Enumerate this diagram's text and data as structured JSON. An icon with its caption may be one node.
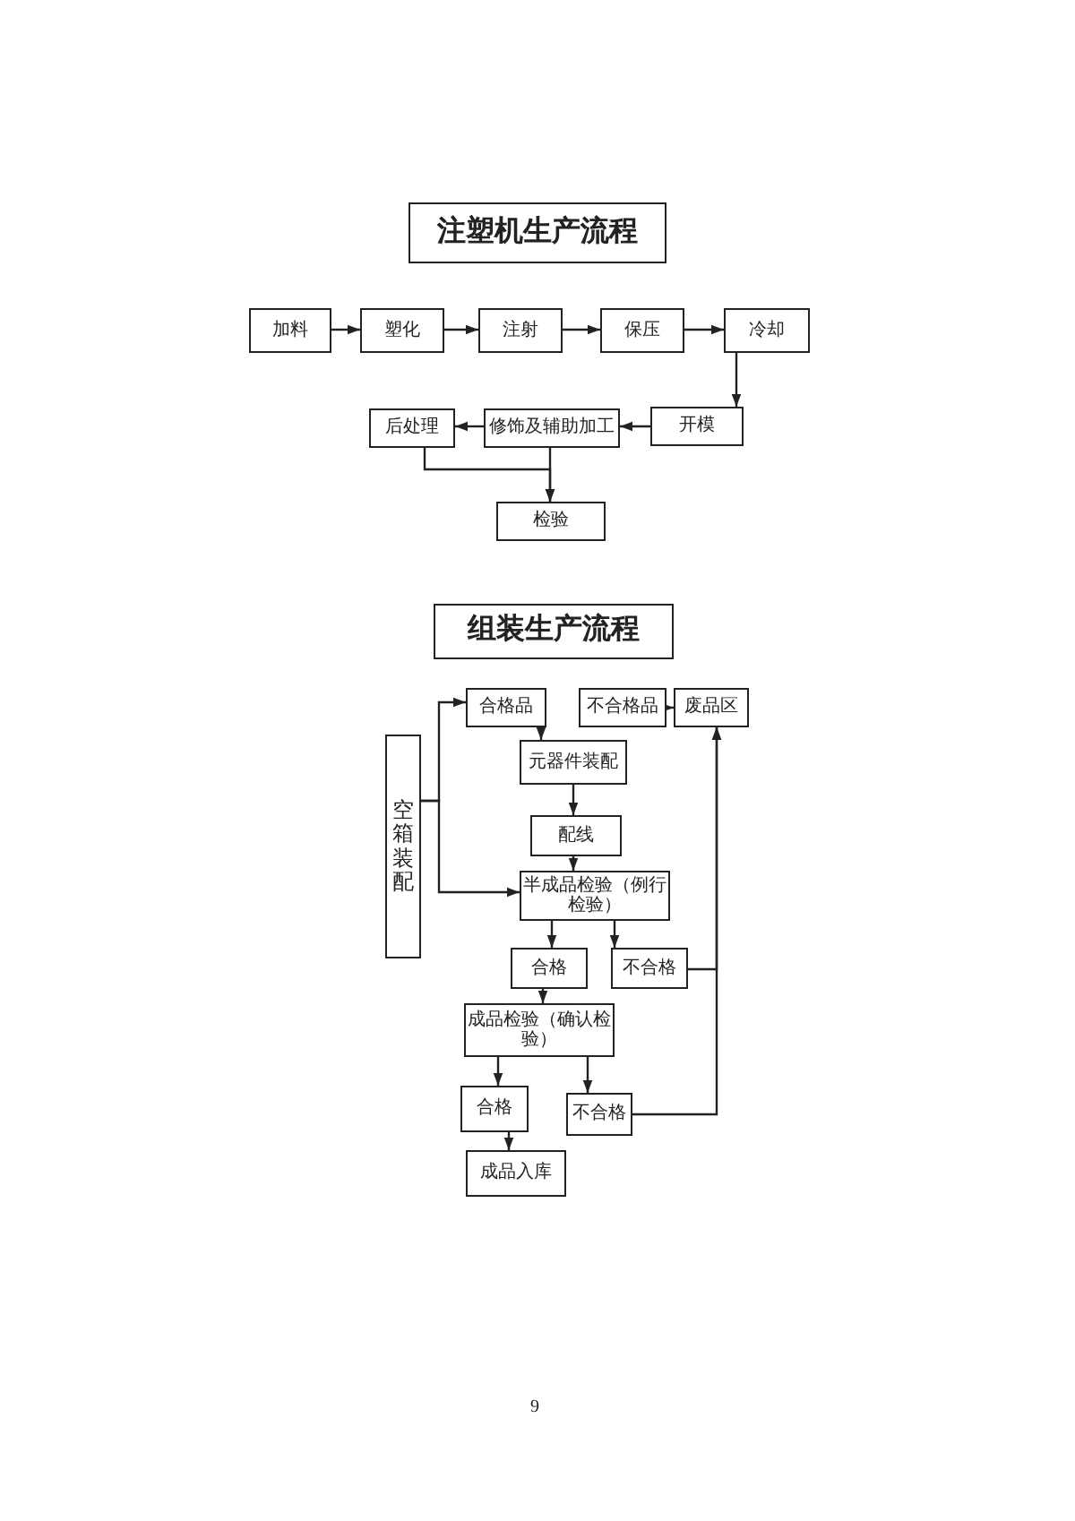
{
  "diagram": {
    "nodes": [
      {
        "text": [
          "注塑机生产流程"
        ]
      },
      {
        "text": [
          "加料"
        ]
      },
      {
        "text": [
          "塑化"
        ]
      },
      {
        "text": [
          "注射"
        ]
      },
      {
        "text": [
          "保压"
        ]
      },
      {
        "text": [
          "冷却"
        ]
      },
      {
        "text": [
          "开模"
        ]
      },
      {
        "text": [
          "修饰及辅助加工"
        ]
      },
      {
        "text": [
          "后处理"
        ]
      },
      {
        "text": [
          "检验"
        ]
      },
      {
        "text": [
          "组装生产流程"
        ]
      },
      {
        "text": [
          "空箱装配"
        ]
      },
      {
        "text": [
          "合格品"
        ]
      },
      {
        "text": [
          "不合格品"
        ]
      },
      {
        "text": [
          "废品区"
        ]
      },
      {
        "text": [
          "元器件装配"
        ]
      },
      {
        "text": [
          "配线"
        ]
      },
      {
        "text": [
          "半成品检验（例行检验）"
        ]
      },
      {
        "text": [
          "合格"
        ]
      },
      {
        "text": [
          "不合格"
        ]
      },
      {
        "text": [
          "成品检验（确认检验）"
        ]
      },
      {
        "text": [
          "合格"
        ]
      },
      {
        "text": [
          "不合格"
        ]
      },
      {
        "text": [
          "成品入库"
        ]
      }
    ],
    "edges": [
      {
        "from": 1,
        "to": 2,
        "arrow": "to"
      },
      {
        "from": 2,
        "to": 3,
        "arrow": "to"
      },
      {
        "from": 3,
        "to": 4,
        "arrow": "to"
      },
      {
        "from": 4,
        "to": 5,
        "arrow": "to"
      },
      {
        "from": 5,
        "to": 6,
        "arrow": "to"
      },
      {
        "from": 6,
        "to": 7,
        "arrow": "to"
      },
      {
        "from": 7,
        "to": 8,
        "arrow": "to"
      },
      {
        "from": 8,
        "to": 9,
        "arrow": "to"
      },
      {
        "from": 7,
        "to": 9,
        "arrow": "to"
      },
      {
        "from": 11,
        "to": 12,
        "arrow": "to"
      },
      {
        "from": 11,
        "to": 17,
        "arrow": "to"
      },
      {
        "from": 12,
        "to": 15,
        "arrow": "to"
      },
      {
        "from": 15,
        "to": 16,
        "arrow": "to"
      },
      {
        "from": 16,
        "to": 17,
        "arrow": "to"
      },
      {
        "from": 13,
        "to": 14,
        "arrow": "to"
      },
      {
        "from": 17,
        "to": 18,
        "arrow": "to"
      },
      {
        "from": 17,
        "to": 19,
        "arrow": "to"
      },
      {
        "from": 18,
        "to": 20,
        "arrow": "to"
      },
      {
        "from": 19,
        "to": 14,
        "arrow": "to"
      },
      {
        "from": 20,
        "to": 21,
        "arrow": "to"
      },
      {
        "from": 20,
        "to": 22,
        "arrow": "to"
      },
      {
        "from": 22,
        "to": 14,
        "arrow": "to"
      },
      {
        "from": 21,
        "to": 23,
        "arrow": "to"
      }
    ],
    "labels": [
      "9"
    ]
  }
}
